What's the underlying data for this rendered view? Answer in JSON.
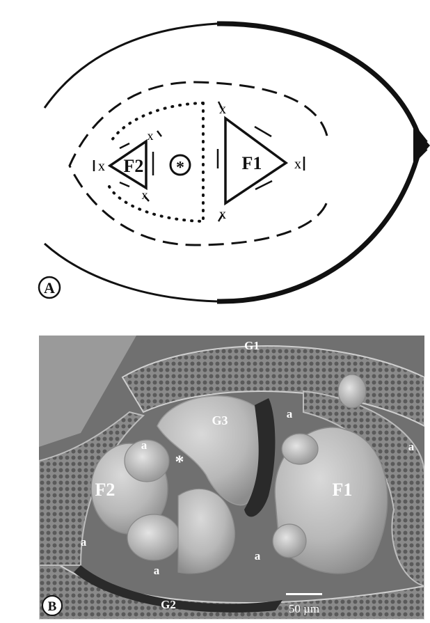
{
  "panel_a": {
    "panel_letter": "A",
    "flower_1_label": "F1",
    "flower_2_label": "F2",
    "axis_symbol": "*",
    "marker_symbol": "x"
  },
  "panel_b": {
    "panel_letter": "B",
    "bract_labels": {
      "g1": "G1",
      "g2": "G2",
      "g3": "G3"
    },
    "flower_labels": {
      "f1": "F1",
      "f2": "F2"
    },
    "anther_label": "a",
    "axis_symbol": "*",
    "scale_bar_label": "50 µm"
  }
}
